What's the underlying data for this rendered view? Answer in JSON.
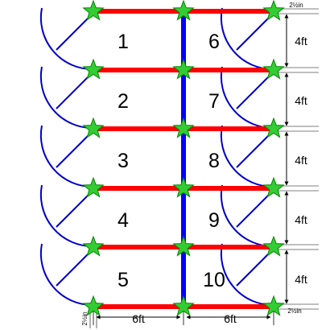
{
  "diagram": {
    "cells_left": [
      "1",
      "2",
      "3",
      "4",
      "5"
    ],
    "cells_right": [
      "6",
      "7",
      "8",
      "9",
      "10"
    ],
    "row_height_label": "4ft",
    "width_label_left": "6ft",
    "width_label_right": "6ft",
    "gap_label_top": "2½in",
    "gap_label_bottom": "2½in",
    "gap_label_vertical": "2½in",
    "colors": {
      "rail": "#ff0000",
      "spine": "#0000ff",
      "door_arc": "#0000cc",
      "post": "#33cc33",
      "post_outline": "#008800",
      "dimension": "#000000"
    },
    "icons": {
      "post": "star-icon",
      "door": "door-swing-icon"
    }
  }
}
